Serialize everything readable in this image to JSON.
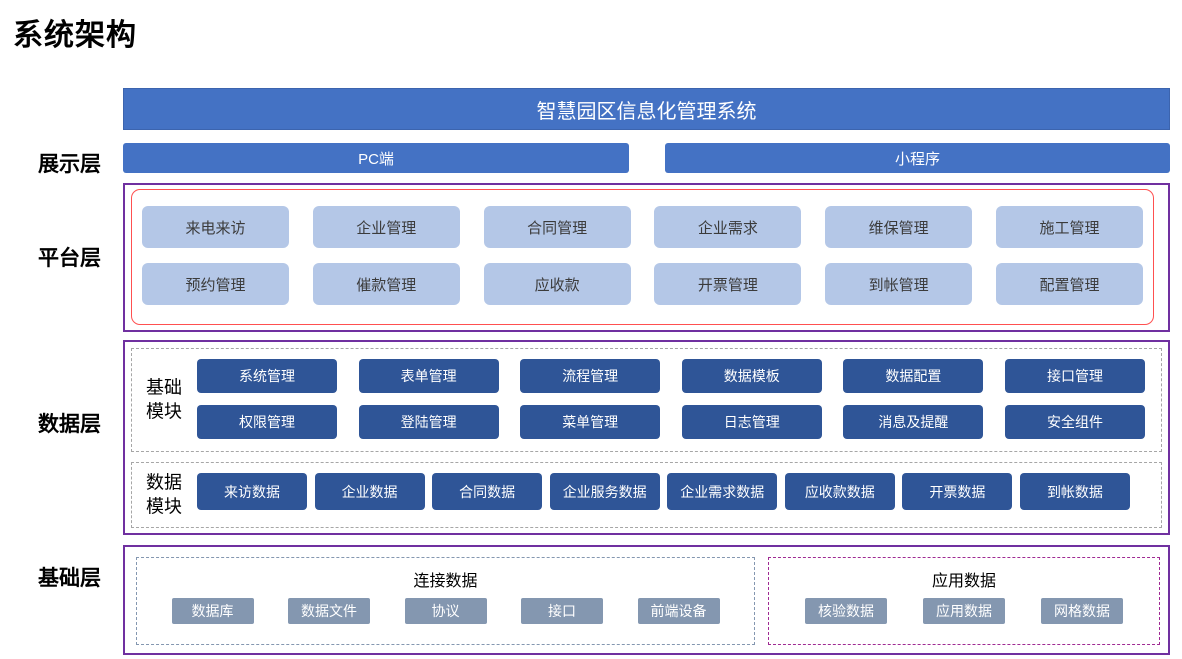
{
  "title": "系统架构",
  "banner": "智慧园区信息化管理系统",
  "colors": {
    "banner_blue": "#4472C4",
    "light_blue": "#B4C7E7",
    "dark_blue": "#2F5597",
    "gray_blue": "#8497B0",
    "purple_border": "#7030A0",
    "red_border": "#FF5050",
    "magenta_dash": "#A02B93",
    "gray_dash": "#A6A6A6"
  },
  "display_layer": {
    "label": "展示层",
    "items": [
      "PC端",
      "小程序"
    ]
  },
  "platform_layer": {
    "label": "平台层",
    "rows": [
      [
        "来电来访",
        "企业管理",
        "合同管理",
        "企业需求",
        "维保管理",
        "施工管理"
      ],
      [
        "预约管理",
        "催款管理",
        "应收款",
        "开票管理",
        "到帐管理",
        "配置管理"
      ]
    ]
  },
  "data_layer": {
    "label": "数据层",
    "base_module": {
      "label_lines": [
        "基础",
        "模块"
      ],
      "rows": [
        [
          "系统管理",
          "表单管理",
          "流程管理",
          "数据模板",
          "数据配置",
          "接口管理"
        ],
        [
          "权限管理",
          "登陆管理",
          "菜单管理",
          "日志管理",
          "消息及提醒",
          "安全组件"
        ]
      ]
    },
    "data_module": {
      "label_lines": [
        "数据",
        "模块"
      ],
      "items": [
        "来访数据",
        "企业数据",
        "合同数据",
        "企业服务数据",
        "企业需求数据",
        "应收款数据",
        "开票数据",
        "到帐数据"
      ]
    }
  },
  "foundation_layer": {
    "label": "基础层",
    "connection": {
      "title": "连接数据",
      "items": [
        "数据库",
        "数据文件",
        "协议",
        "接口",
        "前端设备"
      ]
    },
    "application": {
      "title": "应用数据",
      "items": [
        "核验数据",
        "应用数据",
        "网格数据"
      ]
    }
  }
}
